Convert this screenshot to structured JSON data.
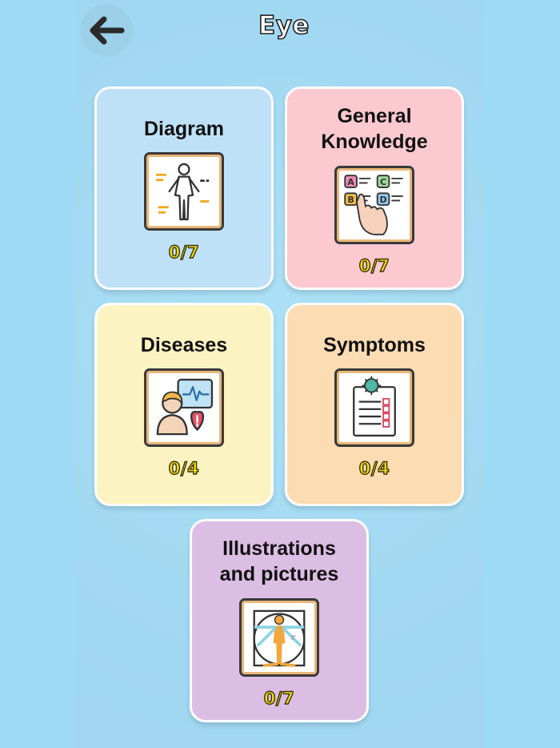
{
  "header": {
    "title": "Eye",
    "back_icon": "arrow-left-icon"
  },
  "categories": [
    {
      "title": "Diagram",
      "progress": "0/7",
      "icon": "human-body-diagram-icon",
      "color": "#bfe1f8"
    },
    {
      "title": "General\nKnowledge",
      "progress": "0/7",
      "icon": "quiz-abcd-icon",
      "color": "#fcc9d1"
    },
    {
      "title": "Diseases",
      "progress": "0/4",
      "icon": "patient-monitor-icon",
      "color": "#fcf3c3"
    },
    {
      "title": "Symptoms",
      "progress": "0/4",
      "icon": "symptom-checklist-icon",
      "color": "#fcdcb2"
    },
    {
      "title": "Illustrations\nand pictures",
      "progress": "0/7",
      "icon": "vitruvian-man-icon",
      "color": "#dcbde4"
    }
  ]
}
